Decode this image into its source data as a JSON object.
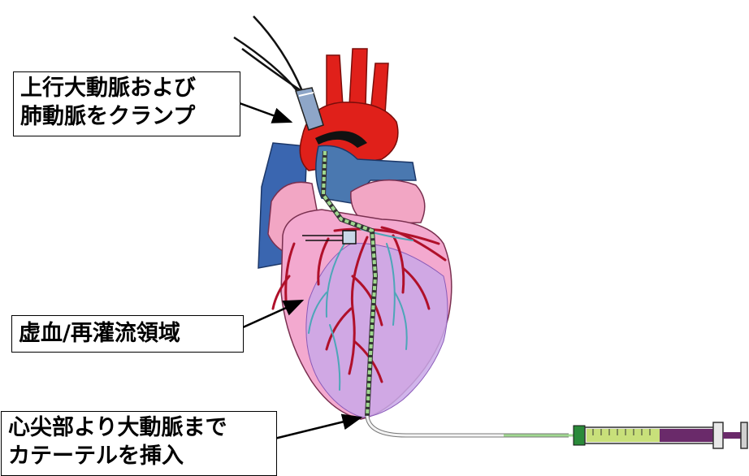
{
  "diagram": {
    "labels": {
      "clamp": [
        "上行大動脈および",
        "肺動脈をクランプ"
      ],
      "ischemia": "虚血/再灌流領域",
      "catheter": [
        "心尖部より大動脈まで",
        "カテーテルを挿入"
      ]
    },
    "colors": {
      "aorta": "#e0201a",
      "vena_cava": "#3a66b0",
      "pulmonary": "#4a78b0",
      "atrium": "#f2a6c4",
      "myocardium": "#f0a0c8",
      "ischemic_zone": "#c9a8e8",
      "coronary_artery": "#b0102a",
      "coronary_vein": "#4da6b8",
      "catheter": "#a0d890",
      "syringe_plunger": "#6a2a6a"
    },
    "icons": [
      "clamp-icon",
      "catheter-icon",
      "syringe-icon"
    ]
  }
}
